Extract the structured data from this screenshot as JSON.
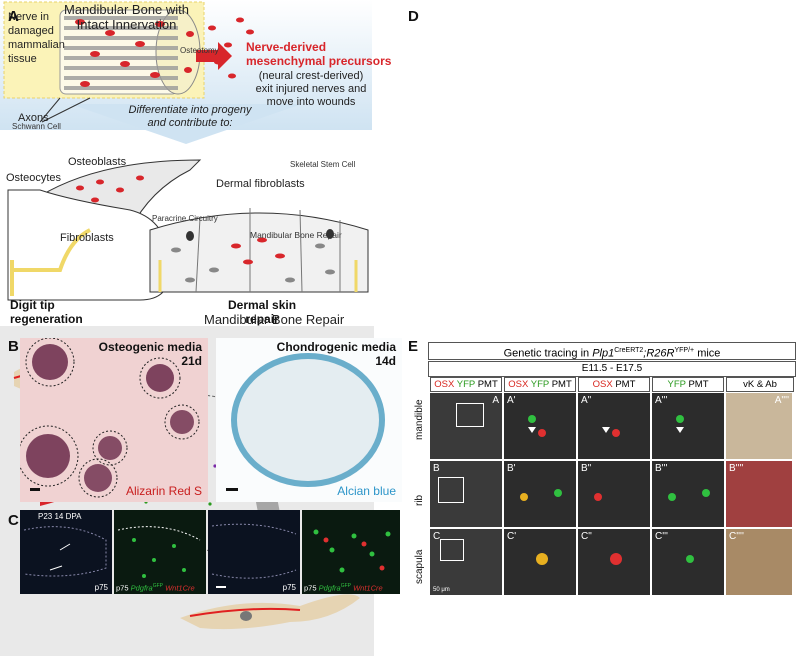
{
  "panel_labels": {
    "A": "A",
    "B": "B",
    "C": "C",
    "D": "D",
    "E": "E"
  },
  "panelA": {
    "nerve_text": [
      "Nerve in",
      "damaged",
      "mammalian",
      "tissue"
    ],
    "axons": "Axons",
    "red_heading": [
      "Nerve-derived",
      "mesenchymal precursors"
    ],
    "subtext": [
      "(neural crest-derived)",
      "exit injured nerves and",
      "move into wounds"
    ],
    "differentiate": [
      "Differentiate into progeny",
      "and contribute to:"
    ],
    "osteoblasts": "Osteoblasts",
    "osteocytes": "Osteocytes",
    "fibroblasts": "Fibroblasts",
    "dermal_fibroblasts": "Dermal fibroblasts",
    "digit_tip": [
      "Digit tip",
      "regeneration"
    ],
    "dermal_skin": [
      "Dermal skin",
      "repair"
    ]
  },
  "panelB": {
    "left_title": [
      "Osteogenic media",
      "21d"
    ],
    "left_stain": "Alizarin Red S",
    "right_title": [
      "Chondrogenic media",
      "14d"
    ],
    "right_stain": "Alcian blue"
  },
  "panelC": {
    "label1": "P23 14 DPA",
    "p75": "p75",
    "pdgfra": "Pdgfra",
    "pdgfra_sup": "GFP",
    "wnt1cre": "Wnt1Cre"
  },
  "panelD": {
    "title": [
      "Mandibular Bone with",
      "Intact Innervation"
    ],
    "osteotomy": "Osteotomy",
    "schwann": "Schwann Cell",
    "skeletal": "Skeletal Stem Cell",
    "paracrine": "Paracrine Circuitry",
    "repair_small": "Mandibular Bone Repair",
    "repair_big": "Mandibular Bone Repair"
  },
  "panelE": {
    "title_pre": "Genetic tracing in ",
    "title_gene": "Plp1",
    "title_sup": "CreERT2",
    "title_mid": ";R26R",
    "title_sup2": "YFP/+",
    "title_post": " mice",
    "timespan": "E11.5 - E17.5",
    "headers": [
      {
        "osx": "OSX",
        "yfp": "YFP",
        "pmt": "PMT"
      },
      {
        "osx": "OSX",
        "yfp": "YFP",
        "pmt": "PMT"
      },
      {
        "osx": "OSX",
        "yfp": "",
        "pmt": "PMT"
      },
      {
        "osx": "",
        "yfp": "YFP",
        "pmt": "PMT"
      },
      {
        "osx": "",
        "yfp": "",
        "pmt": "vK & Ab"
      }
    ],
    "rows": [
      {
        "name": "mandible",
        "labels": [
          "A",
          "A'",
          "A\"",
          "A'''",
          "A''''"
        ]
      },
      {
        "name": "rib",
        "labels": [
          "B",
          "B'",
          "B\"",
          "B'''",
          "B''''"
        ]
      },
      {
        "name": "scapula",
        "labels": [
          "C",
          "C'",
          "C\"",
          "C'''",
          "C''''"
        ]
      }
    ],
    "scale": "50 μm"
  }
}
